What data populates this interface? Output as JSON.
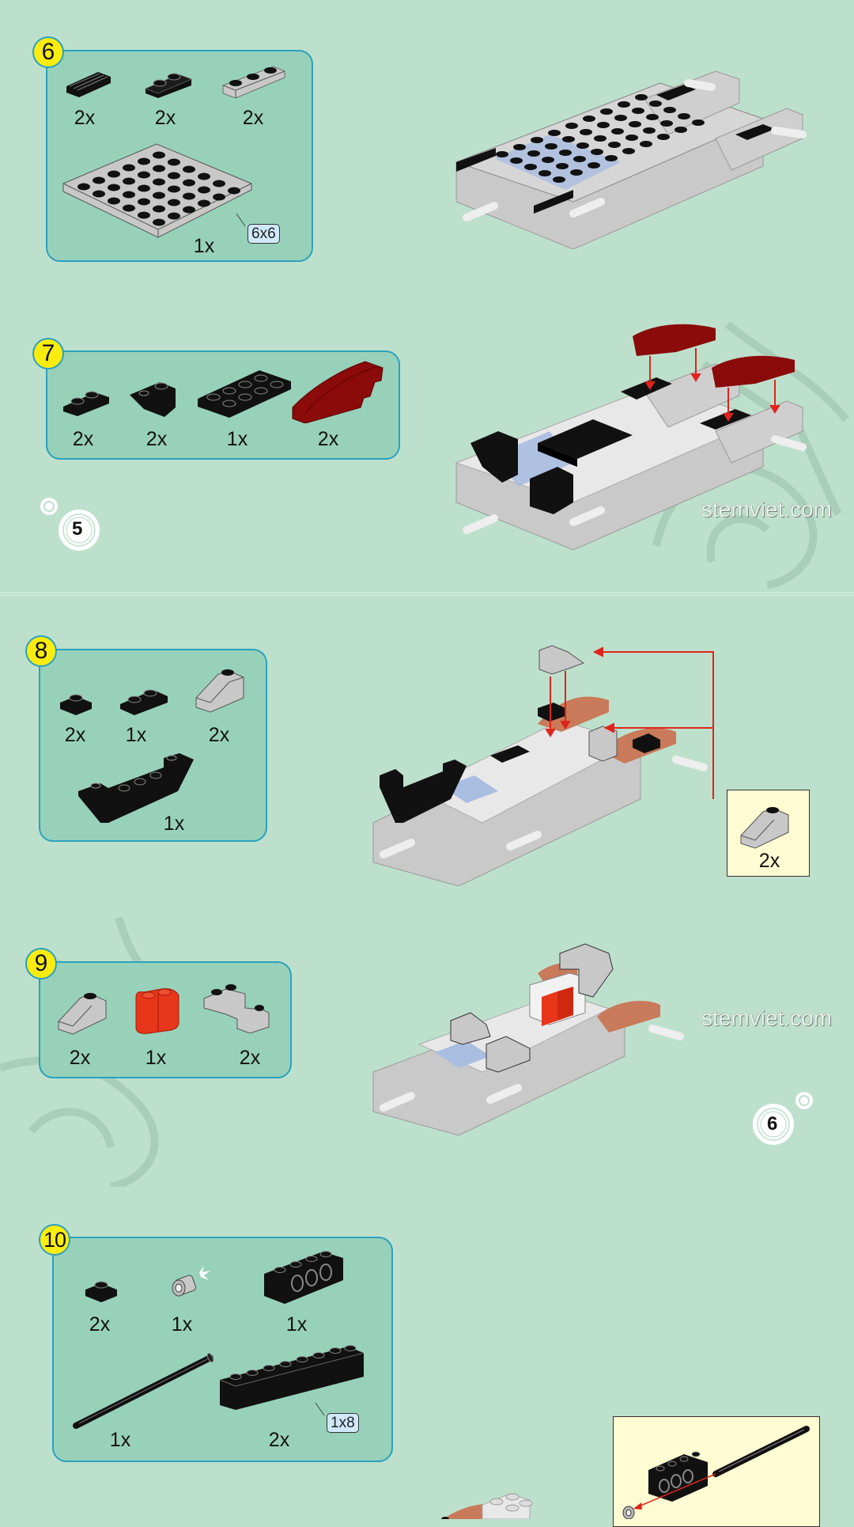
{
  "page": {
    "type": "LEGO-style building instructions",
    "background_color": "#bde0cc",
    "panel_color": "#98d1b9",
    "panel_border_color": "#2aa1bf",
    "badge_color": "#fbec10",
    "arrow_color": "#e0241b",
    "watermark": "stemviet.com"
  },
  "steps": [
    {
      "number": "6",
      "parts": [
        {
          "name": "black 1x2 grille tile",
          "qty": "2x",
          "color": "#111111"
        },
        {
          "name": "black 1x2 plate",
          "qty": "2x",
          "color": "#111111"
        },
        {
          "name": "light gray 1x3 plate",
          "qty": "2x",
          "color": "#c8c8c8"
        },
        {
          "name": "light gray 6x6 plate",
          "qty": "1x",
          "color": "#c8c8c8",
          "size_tag": "6x6"
        }
      ]
    },
    {
      "number": "7",
      "parts": [
        {
          "name": "black 1x2 plate",
          "qty": "2x",
          "color": "#111111"
        },
        {
          "name": "black inverted slope 2x1",
          "qty": "2x",
          "color": "#111111"
        },
        {
          "name": "black 2x4 plate",
          "qty": "1x",
          "color": "#111111"
        },
        {
          "name": "dark red curved slope 1x4",
          "qty": "2x",
          "color": "#8b0a0a"
        }
      ]
    },
    {
      "number": "8",
      "parts": [
        {
          "name": "black 1x1 plate",
          "qty": "2x",
          "color": "#111111"
        },
        {
          "name": "black 1x2 plate",
          "qty": "1x",
          "color": "#111111"
        },
        {
          "name": "light gray slope 2x1",
          "qty": "2x",
          "color": "#c8c8c8"
        },
        {
          "name": "black inverted bow 1x6",
          "qty": "1x",
          "color": "#111111"
        }
      ],
      "callout": {
        "part": "light gray slope 2x1",
        "qty": "2x"
      }
    },
    {
      "number": "9",
      "parts": [
        {
          "name": "light gray slope 2x1",
          "qty": "2x",
          "color": "#c8c8c8"
        },
        {
          "name": "trans-red 1x2 log brick",
          "qty": "1x",
          "color": "#e8361a"
        },
        {
          "name": "light gray bracket brick",
          "qty": "2x",
          "color": "#c8c8c8"
        }
      ]
    },
    {
      "number": "10",
      "parts": [
        {
          "name": "black 1x1 plate",
          "qty": "2x",
          "color": "#111111"
        },
        {
          "name": "light gray technic bush",
          "qty": "1x",
          "color": "#c8c8c8"
        },
        {
          "name": "black technic brick 1x4",
          "qty": "1x",
          "color": "#111111"
        },
        {
          "name": "black technic axle",
          "qty": "1x",
          "color": "#111111"
        },
        {
          "name": "black 1x8 brick",
          "qty": "2x",
          "color": "#111111",
          "size_tag": "1x8"
        }
      ]
    }
  ],
  "page_numbers": [
    "5",
    "6"
  ]
}
